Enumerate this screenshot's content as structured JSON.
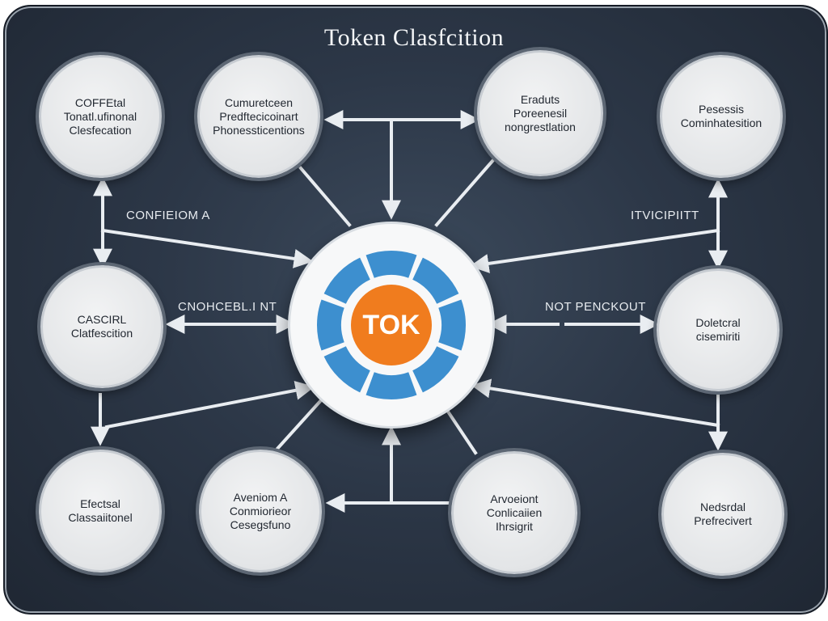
{
  "title": "Token Clasfcition",
  "hub": {
    "label": "TOK",
    "colors": {
      "core": "#f07c1e",
      "ring": "#3d8fcf",
      "outer": "#f7f8f9"
    }
  },
  "nodes": [
    {
      "id": "top-left",
      "lines": [
        "COFFEtal",
        "Tonatl.ufinonal",
        "Clesfecation"
      ]
    },
    {
      "id": "top-mid-left",
      "lines": [
        "Cumuretceen",
        "Predftecicoinart",
        "Phonessticentions"
      ]
    },
    {
      "id": "top-mid-right",
      "lines": [
        "Eraduts",
        "Poreenesil",
        "nongrestlation"
      ]
    },
    {
      "id": "top-right",
      "lines": [
        "Pesessis",
        "Cominhatesition"
      ]
    },
    {
      "id": "mid-left",
      "lines": [
        "CASCIRL",
        "Clatfescition"
      ]
    },
    {
      "id": "mid-right",
      "lines": [
        "Doletcral",
        "cisemiriti"
      ]
    },
    {
      "id": "bottom-left",
      "lines": [
        "Efectsal",
        "Classaiitonel"
      ]
    },
    {
      "id": "bottom-mid-left",
      "lines": [
        "Aveniom A",
        "Conmiorieor",
        "Cesegsfuno"
      ]
    },
    {
      "id": "bottom-mid-right",
      "lines": [
        "Arvoeiont",
        "Conlicaiien",
        "Ihrsigrit"
      ]
    },
    {
      "id": "bottom-right",
      "lines": [
        "Nedsrdal",
        "Prefrecivert"
      ]
    }
  ],
  "edge_labels": {
    "upper_left": "CONFIEIOM A",
    "upper_right": "ITVICIPIITT",
    "mid_left": "CNOHCEBL.I NT",
    "mid_right": "NOT PENCKOUT"
  },
  "colors": {
    "background": "#2c3747",
    "connector": "#e9edf1",
    "node_fill": "#e3e5e7",
    "title": "#f4f6f8"
  }
}
